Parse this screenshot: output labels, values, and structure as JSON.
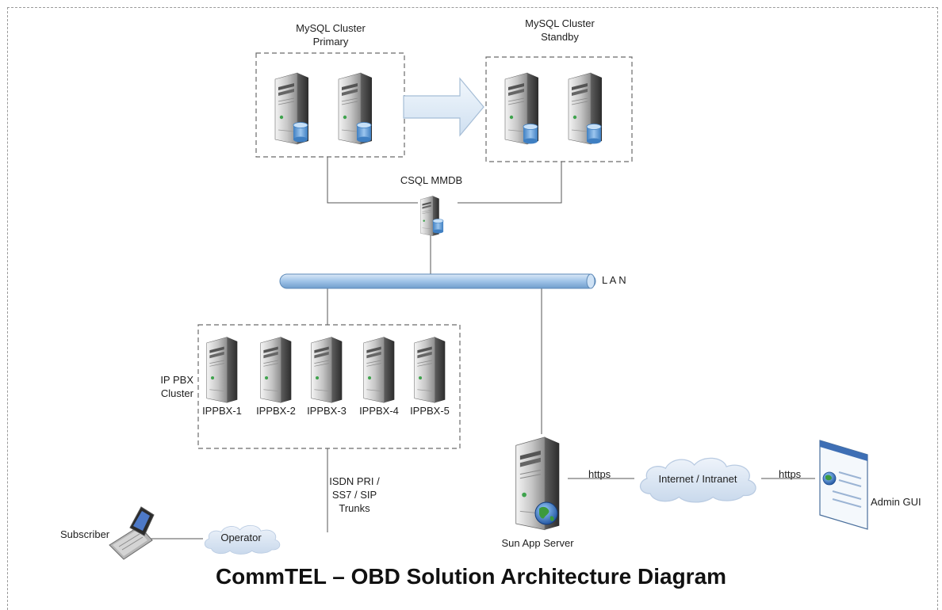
{
  "title": "CommTEL – OBD Solution Architecture Diagram",
  "labels": {
    "mysql_primary": "MySQL Cluster\nPrimary",
    "mysql_standby": "MySQL Cluster\nStandby",
    "csql": "CSQL MMDB",
    "lan": "L A N",
    "ippbx_cluster": "IP PBX\nCluster",
    "ippbx": [
      "IPPBX-1",
      "IPPBX-2",
      "IPPBX-3",
      "IPPBX-4",
      "IPPBX-5"
    ],
    "trunks": "ISDN PRI /\nSS7 / SIP\nTrunks",
    "subscriber": "Subscriber",
    "operator": "Operator",
    "app_server": "Sun App Server",
    "https_left": "https",
    "internet": "Internet / Intranet",
    "https_right": "https",
    "admin_gui": "Admin GUI"
  },
  "colors": {
    "server_light": "#d9d9d9",
    "server_dark": "#5a5a5a",
    "lan_pipe": "#9fc3e8",
    "cloud": "#e2ebf6",
    "arrow": "#dde9f5",
    "db": "#6ea6dc"
  }
}
